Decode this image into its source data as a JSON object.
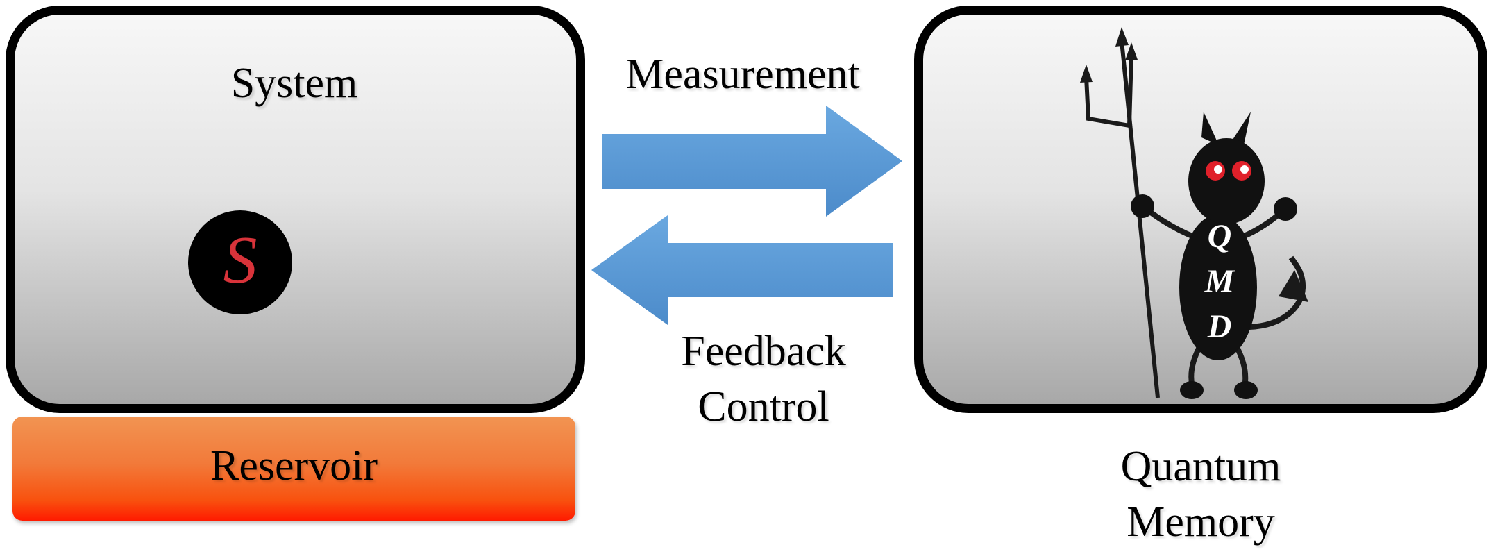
{
  "system": {
    "label": "System",
    "particle_symbol": "S"
  },
  "reservoir": {
    "label": "Reservoir"
  },
  "measurement": {
    "label": "Measurement"
  },
  "feedback": {
    "label_line1": "Feedback",
    "label_line2": "Control"
  },
  "memory": {
    "label_line1": "Quantum",
    "label_line2": "Memory"
  },
  "demon": {
    "body_letters": [
      "Q",
      "M",
      "D"
    ]
  },
  "colors": {
    "arrow": "#5b9bd5",
    "particle_symbol": "#d8333a",
    "demon_eyes": "#e0202a",
    "reservoir_top": "#f29452",
    "reservoir_bottom": "#ff1a00"
  }
}
